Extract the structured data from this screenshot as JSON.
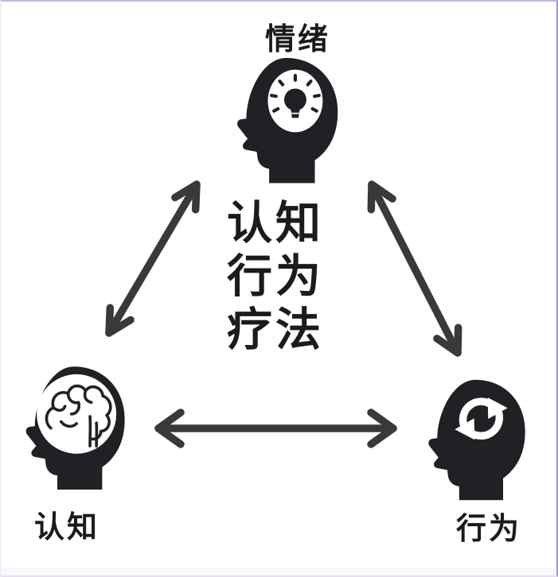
{
  "center_title": {
    "lines": [
      "认知",
      "行为",
      "疗法"
    ]
  },
  "nodes": [
    {
      "id": "emotion",
      "label": "情绪",
      "icon": "lightbulb-head-icon",
      "position": "top"
    },
    {
      "id": "cognition",
      "label": "认知",
      "icon": "brain-head-icon",
      "position": "bottom-left"
    },
    {
      "id": "behavior",
      "label": "行为",
      "icon": "sync-arrows-head-icon",
      "position": "bottom-right"
    }
  ],
  "edges": [
    {
      "from": "emotion",
      "to": "cognition",
      "style": "double-headed-arrow"
    },
    {
      "from": "emotion",
      "to": "behavior",
      "style": "double-headed-arrow"
    },
    {
      "from": "cognition",
      "to": "behavior",
      "style": "double-headed-arrow"
    }
  ],
  "colors": {
    "background": "#ffffff",
    "silhouette": "#202124",
    "arrow": "#39393b",
    "text": "#1b1b1b",
    "frame_top": "#c5b3e3",
    "frame_right": "#a294cc"
  }
}
